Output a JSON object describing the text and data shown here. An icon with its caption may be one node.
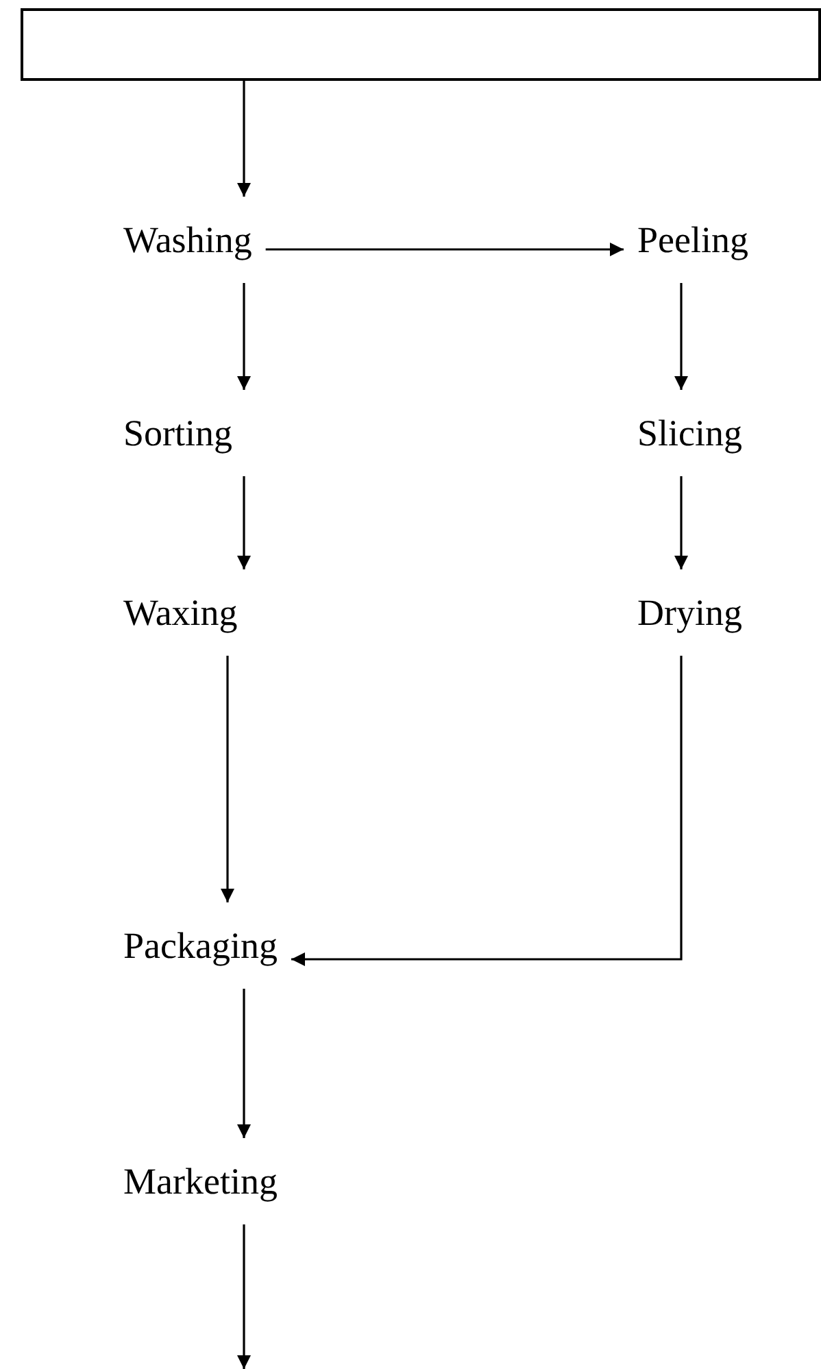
{
  "diagram": {
    "nodes": [
      {
        "text": [],
        "shape": "box"
      },
      {
        "text": [
          "Washing"
        ]
      },
      {
        "text": [
          "Peeling"
        ]
      },
      {
        "text": [
          "Sorting"
        ]
      },
      {
        "text": [
          "Slicing"
        ]
      },
      {
        "text": [
          "Waxing"
        ]
      },
      {
        "text": [
          "Drying"
        ]
      },
      {
        "text": [
          "Packaging"
        ]
      },
      {
        "text": [
          "Marketing"
        ]
      }
    ],
    "edges": [
      {
        "from": 0,
        "to": 1,
        "arrow": "to"
      },
      {
        "from": 1,
        "to": 2,
        "arrow": "to"
      },
      {
        "from": 1,
        "to": 3,
        "arrow": "to"
      },
      {
        "from": 2,
        "to": 4,
        "arrow": "to"
      },
      {
        "from": 3,
        "to": 5,
        "arrow": "to"
      },
      {
        "from": 4,
        "to": 6,
        "arrow": "to"
      },
      {
        "from": 5,
        "to": 7,
        "arrow": "to"
      },
      {
        "from": 6,
        "to": 7,
        "arrow": "to"
      },
      {
        "from": 7,
        "to": 8,
        "arrow": "to"
      },
      {
        "from": 8,
        "to": null,
        "arrow": "to"
      }
    ]
  }
}
